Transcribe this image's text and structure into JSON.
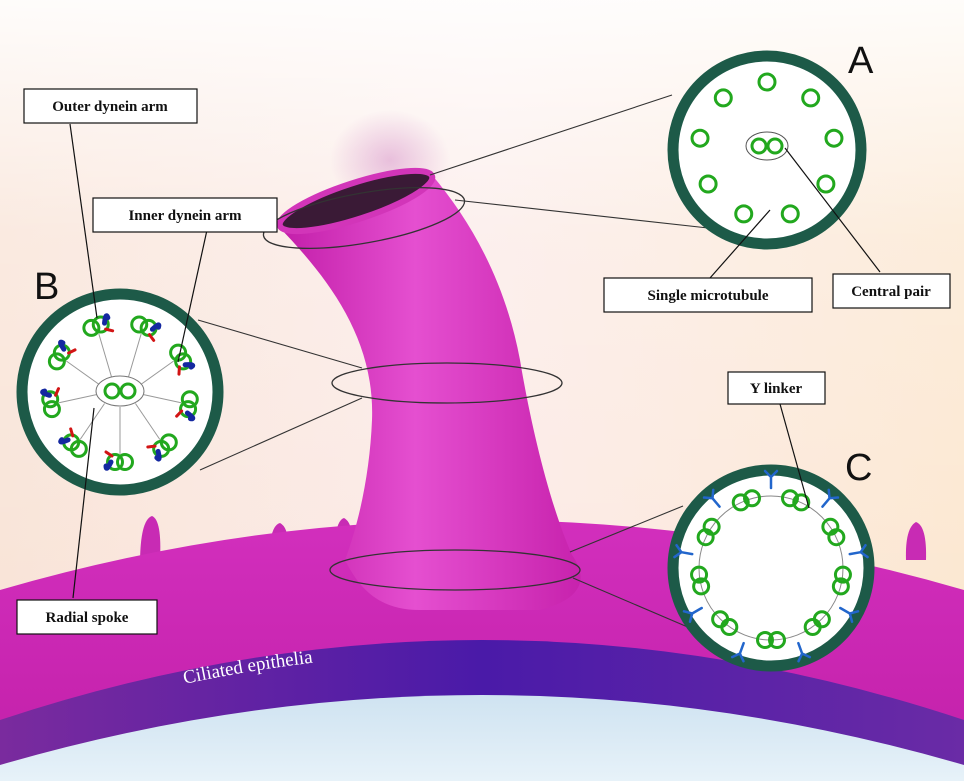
{
  "labels": {
    "outer_dynein_arm": "Outer dynein arm",
    "inner_dynein_arm": "Inner dynein arm",
    "single_microtubule": "Single microtubule",
    "central_pair": "Central pair",
    "y_linker": "Y linker",
    "radial_spoke": "Radial spoke",
    "ciliated_epithelia": "Ciliated epithelia"
  },
  "panels": {
    "a": "A",
    "b": "B",
    "c": "C"
  },
  "colors": {
    "cilium": "#e13ac8",
    "membrane": "#1d5a48",
    "microtubule": "#22a81e",
    "outer_arm": "#1428a0",
    "inner_arm": "#d21414",
    "y_linker": "#2266cc",
    "epithelium_base": "#5a1aa6"
  }
}
